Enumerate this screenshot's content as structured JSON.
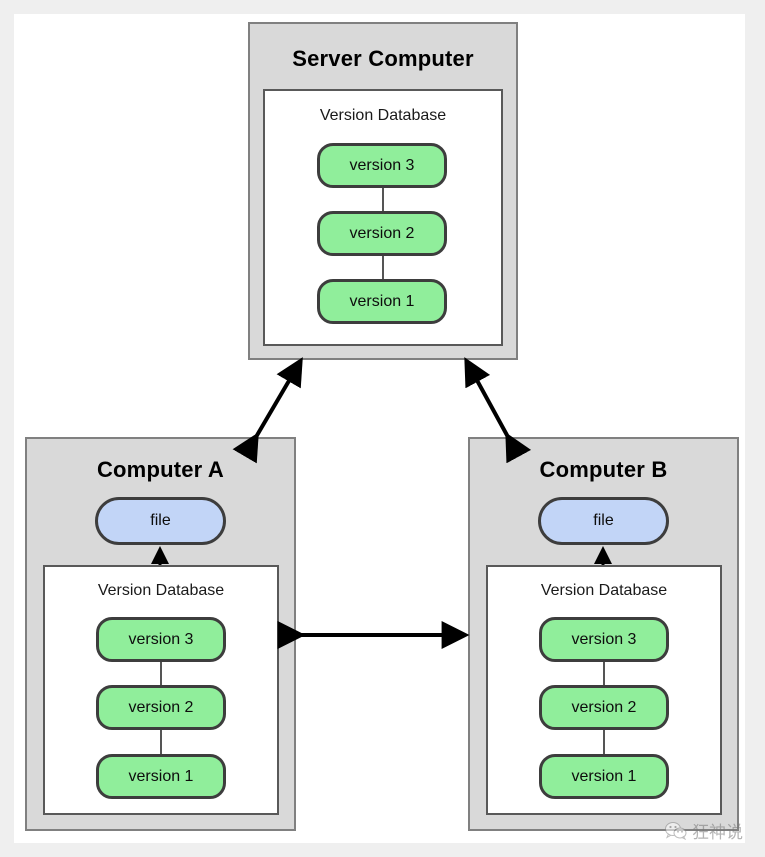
{
  "diagram": {
    "type": "distributed-version-control-architecture",
    "nodes": [
      {
        "id": "server",
        "title": "Server Computer",
        "database": {
          "label": "Version Database",
          "versions": [
            "version 3",
            "version 2",
            "version 1"
          ]
        },
        "file": null
      },
      {
        "id": "computer-a",
        "title": "Computer A",
        "file": "file",
        "database": {
          "label": "Version Database",
          "versions": [
            "version 3",
            "version 2",
            "version 1"
          ]
        }
      },
      {
        "id": "computer-b",
        "title": "Computer B",
        "file": "file",
        "database": {
          "label": "Version Database",
          "versions": [
            "version 3",
            "version 2",
            "version 1"
          ]
        }
      }
    ],
    "connections": [
      {
        "from": "computer-a",
        "to": "server",
        "style": "bidirectional-diagonal"
      },
      {
        "from": "computer-b",
        "to": "server",
        "style": "bidirectional-diagonal"
      },
      {
        "from": "computer-a",
        "to": "computer-b",
        "style": "bidirectional-horizontal"
      },
      {
        "from": "computer-a.database",
        "to": "computer-a.file",
        "style": "up-arrow"
      },
      {
        "from": "computer-b.database",
        "to": "computer-b.file",
        "style": "up-arrow"
      }
    ]
  },
  "colors": {
    "version_fill": "#90EE9B",
    "file_fill": "#C2D5F7",
    "panel_fill": "#D9D9D9",
    "panel_border": "#808080",
    "shape_border": "#3D3D3D",
    "page_background": "#FFFFFF"
  },
  "watermark": {
    "icon": "wechat-icon",
    "text": "狂神说"
  }
}
